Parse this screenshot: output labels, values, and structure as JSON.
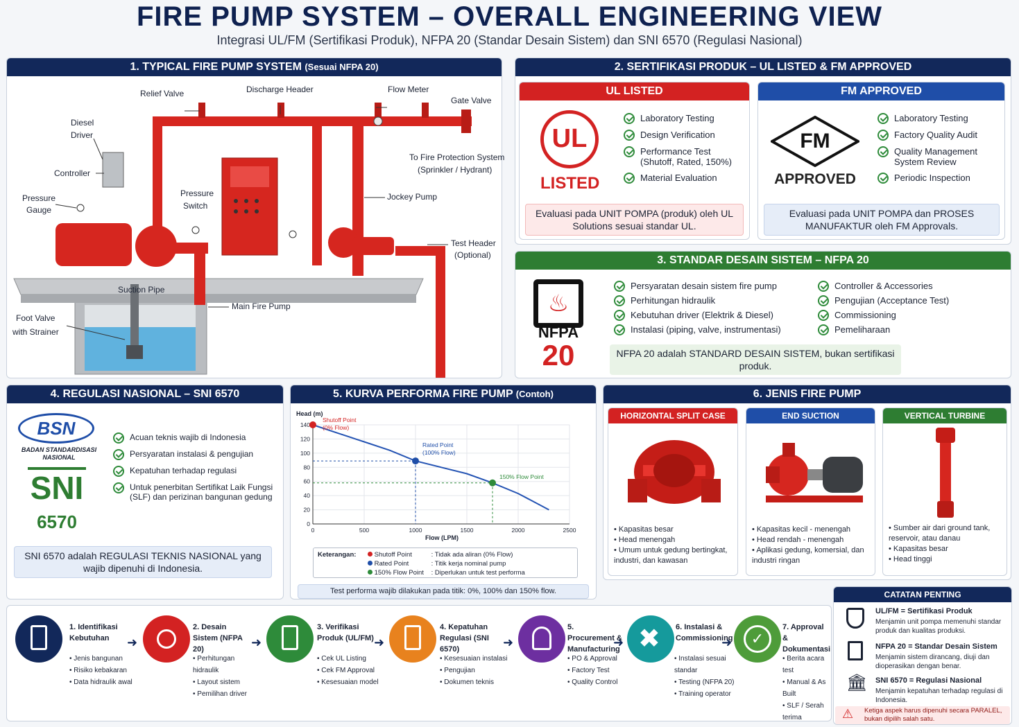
{
  "header": {
    "title": "FIRE PUMP SYSTEM – OVERALL ENGINEERING VIEW",
    "subtitle": "Integrasi UL/FM (Sertifikasi Produk), NFPA 20 (Standar Desain Sistem) dan SNI 6570 (Regulasi Nasional)"
  },
  "section1": {
    "title": "1. TYPICAL FIRE PUMP SYSTEM",
    "title_suffix": "(Sesuai NFPA 20)",
    "labels": {
      "relief_valve": "Relief Valve",
      "discharge_header": "Discharge Header",
      "flow_meter": "Flow Meter",
      "gate_valve": "Gate Valve",
      "diesel_driver_1": "Diesel",
      "diesel_driver_2": "Driver",
      "controller": "Controller",
      "pressure_gauge_1": "Pressure",
      "pressure_gauge_2": "Gauge",
      "pressure_switch_1": "Pressure",
      "pressure_switch_2": "Switch",
      "to_fire_1": "To Fire Protection System",
      "to_fire_2": "(Sprinkler / Hydrant)",
      "jockey_pump": "Jockey Pump",
      "test_header_1": "Test Header",
      "test_header_2": "(Optional)",
      "suction_pipe": "Suction Pipe",
      "main_fire_pump": "Main Fire Pump",
      "foot_valve_1": "Foot Valve",
      "foot_valve_2": "with Strainer"
    }
  },
  "section2": {
    "title": "2. SERTIFIKASI PRODUK – UL LISTED & FM APPROVED",
    "ul": {
      "header": "UL LISTED",
      "logo_text": "UL",
      "logo_caption": "LISTED",
      "items": [
        "Laboratory Testing",
        "Design Verification",
        "Performance Test (Shutoff, Rated, 150%)",
        "Material Evaluation"
      ],
      "note": "Evaluasi pada UNIT POMPA (produk) oleh UL Solutions sesuai standar UL."
    },
    "fm": {
      "header": "FM APPROVED",
      "logo_text": "FM",
      "logo_caption": "APPROVED",
      "items": [
        "Laboratory Testing",
        "Factory Quality Audit",
        "Quality Management System Review",
        "Periodic Inspection"
      ],
      "note": "Evaluasi pada UNIT POMPA dan PROSES MANUFAKTUR oleh FM Approvals."
    }
  },
  "section3": {
    "title": "3. STANDAR DESAIN SISTEM – NFPA 20",
    "logo_text": "NFPA",
    "logo_number": "20",
    "items_left": [
      "Persyaratan desain sistem fire pump",
      "Perhitungan hidraulik",
      "Kebutuhan driver (Elektrik & Diesel)",
      "Instalasi (piping, valve, instrumentasi)"
    ],
    "items_right": [
      "Controller & Accessories",
      "Pengujian (Acceptance Test)",
      "Commissioning",
      "Pemeliharaan"
    ],
    "note": "NFPA 20 adalah STANDARD DESAIN SISTEM, bukan sertifikasi produk."
  },
  "section4": {
    "title": "4. REGULASI NASIONAL – SNI 6570",
    "bsn_logo": "BSN",
    "bsn_caption": "BADAN STANDARDISASI NASIONAL",
    "sni_logo": "SNI",
    "sni_number": "6570",
    "items": [
      "Acuan teknis wajib di Indonesia",
      "Persyaratan instalasi & pengujian",
      "Kepatuhan terhadap regulasi",
      "Untuk penerbitan Sertifikat Laik Fungsi (SLF) dan perizinan bangunan gedung"
    ],
    "note": "SNI 6570 adalah REGULASI TEKNIS NASIONAL yang wajib dipenuhi di Indonesia."
  },
  "section5": {
    "title": "5. KURVA PERFORMA FIRE PUMP",
    "title_suffix": "(Contoh)",
    "legend_title": "Keterangan:",
    "legend": [
      {
        "name": "Shutoff Point",
        "desc": ": Tidak ada aliran (0% Flow)",
        "color": "#d32222"
      },
      {
        "name": "Rated Point",
        "desc": ": Titik kerja nominal pump",
        "color": "#1f4ea8"
      },
      {
        "name": "150% Flow Point",
        "desc": ": Diperlukan untuk test performa",
        "color": "#2e8b3a"
      }
    ],
    "footer": "Test performa wajib dilakukan pada titik: 0%, 100% dan 150% flow."
  },
  "chart_data": {
    "type": "line",
    "xlabel": "Flow (LPM)",
    "ylabel": "Head (m)",
    "xlim": [
      0,
      2500
    ],
    "ylim": [
      0,
      140
    ],
    "xticks": [
      0,
      500,
      1000,
      1500,
      2000,
      2500
    ],
    "yticks": [
      0,
      20,
      40,
      60,
      80,
      100,
      120,
      140
    ],
    "series": [
      {
        "x": [
          0,
          250,
          500,
          750,
          1000,
          1250,
          1500,
          1750,
          2000,
          2300
        ],
        "y": [
          140,
          128,
          116,
          104,
          89,
          80,
          71,
          58,
          43,
          20
        ]
      }
    ],
    "points": [
      {
        "label1": "Shutoff Point",
        "label2": "(0% Flow)",
        "x": 0,
        "y": 140,
        "color": "#d32222"
      },
      {
        "label1": "Rated Point",
        "label2": "(100% Flow)",
        "x": 1000,
        "y": 89,
        "color": "#1f4ea8"
      },
      {
        "label1": "150% Flow Point",
        "label2": "",
        "x": 1750,
        "y": 58,
        "color": "#2e8b3a"
      }
    ],
    "grid": true
  },
  "section6": {
    "title": "6. JENIS FIRE PUMP",
    "types": [
      {
        "header": "HORIZONTAL SPLIT CASE",
        "color": "#d32222",
        "items": [
          "Kapasitas besar",
          "Head menengah",
          "Umum untuk gedung bertingkat, industri, dan kawasan"
        ]
      },
      {
        "header": "END SUCTION",
        "color": "#1f4ea8",
        "items": [
          "Kapasitas kecil - menengah",
          "Head rendah - menengah",
          "Aplikasi gedung, komersial, dan industri ringan"
        ]
      },
      {
        "header": "VERTICAL TURBINE",
        "color": "#2e7d32",
        "items": [
          "Sumber air dari ground tank, reservoir, atau danau",
          "Kapasitas besar",
          "Head tinggi"
        ]
      }
    ]
  },
  "steps": [
    {
      "title": "1. Identifikasi Kebutuhan",
      "items": [
        "Jenis bangunan",
        "Risiko kebakaran",
        "Data hidraulik awal"
      ],
      "color": "#12285a",
      "icon": "checklist-icon"
    },
    {
      "title": "2. Desain Sistem (NFPA 20)",
      "items": [
        "Perhitungan hidraulik",
        "Layout sistem",
        "Pemilihan driver"
      ],
      "color": "#d32222",
      "icon": "pump-icon"
    },
    {
      "title": "3. Verifikasi Produk (UL/FM)",
      "items": [
        "Cek UL Listing",
        "Cek FM Approval",
        "Kesesuaian model"
      ],
      "color": "#2e8b3a",
      "icon": "document-search-icon"
    },
    {
      "title": "4. Kepatuhan Regulasi (SNI 6570)",
      "items": [
        "Kesesuaian instalasi",
        "Pengujian",
        "Dokumen teknis"
      ],
      "color": "#e8821e",
      "icon": "document-check-icon"
    },
    {
      "title": "5. Procurement & Manufacturing",
      "items": [
        "PO & Approval",
        "Factory Test",
        "Quality Control"
      ],
      "color": "#6d2fa0",
      "icon": "worker-icon"
    },
    {
      "title": "6. Instalasi & Commissioning",
      "items": [
        "Instalasi sesuai standar",
        "Testing (NFPA 20)",
        "Training operator"
      ],
      "color": "#159a9c",
      "icon": "tools-icon"
    },
    {
      "title": "7. Approval & Dokumentasi",
      "items": [
        "Berita acara test",
        "Manual & As Built",
        "SLF / Serah terima"
      ],
      "color": "#4e9c3a",
      "icon": "approval-icon"
    }
  ],
  "notes": {
    "title": "CATATAN PENTING",
    "items": [
      {
        "heading": "UL/FM = Sertifikasi Produk",
        "text": "Menjamin unit pompa memenuhi standar produk dan kualitas produksi.",
        "icon": "shield-icon"
      },
      {
        "heading": "NFPA 20 = Standar Desain Sistem",
        "text": "Menjamin sistem dirancang, diuji dan dioperasikan dengan benar.",
        "icon": "document-icon"
      },
      {
        "heading": "SNI 6570 = Regulasi Nasional",
        "text": "Menjamin kepatuhan terhadap regulasi di Indonesia.",
        "icon": "building-icon"
      }
    ],
    "warning": "Ketiga aspek harus dipenuhi secara PARALEL, bukan dipilih salah satu."
  }
}
